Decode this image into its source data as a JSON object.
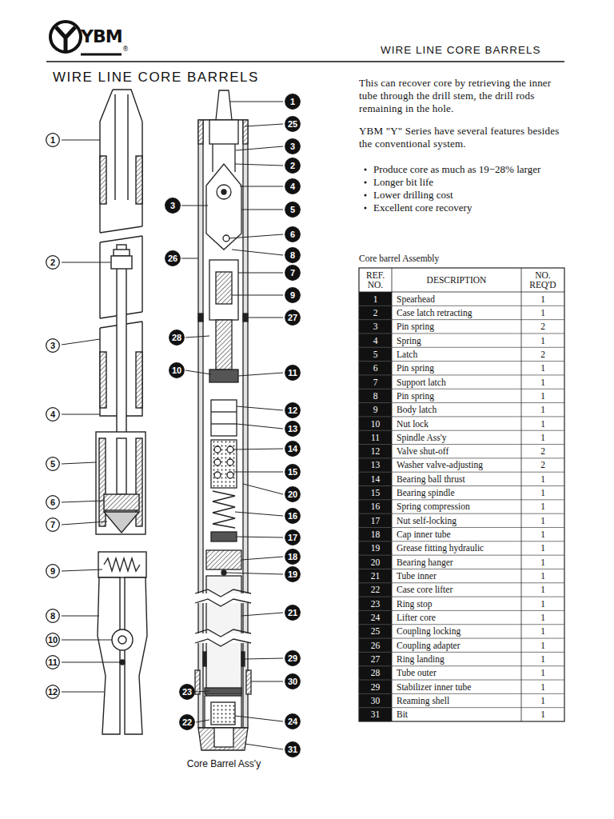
{
  "diagram": {
    "title": "WIRE LINE CORE BARRELS",
    "caption": "Core Barrel Ass'y",
    "nodes": [
      {
        "text": [
          "1"
        ]
      },
      {
        "text": [
          "2"
        ]
      },
      {
        "text": [
          "3"
        ]
      },
      {
        "text": [
          "4"
        ]
      },
      {
        "text": [
          "5"
        ]
      },
      {
        "text": [
          "6"
        ]
      },
      {
        "text": [
          "7"
        ]
      },
      {
        "text": [
          "9"
        ]
      },
      {
        "text": [
          "8"
        ]
      },
      {
        "text": [
          "10"
        ]
      },
      {
        "text": [
          "11"
        ]
      },
      {
        "text": [
          "12"
        ]
      },
      {
        "text": [
          "1"
        ]
      },
      {
        "text": [
          "25"
        ]
      },
      {
        "text": [
          "3"
        ]
      },
      {
        "text": [
          "2"
        ]
      },
      {
        "text": [
          "4"
        ]
      },
      {
        "text": [
          "3"
        ]
      },
      {
        "text": [
          "5"
        ]
      },
      {
        "text": [
          "6"
        ]
      },
      {
        "text": [
          "8"
        ]
      },
      {
        "text": [
          "26"
        ]
      },
      {
        "text": [
          "7"
        ]
      },
      {
        "text": [
          "9"
        ]
      },
      {
        "text": [
          "27"
        ]
      },
      {
        "text": [
          "28"
        ]
      },
      {
        "text": [
          "10"
        ]
      },
      {
        "text": [
          "11"
        ]
      },
      {
        "text": [
          "12"
        ]
      },
      {
        "text": [
          "13"
        ]
      },
      {
        "text": [
          "14"
        ]
      },
      {
        "text": [
          "15"
        ]
      },
      {
        "text": [
          "20"
        ]
      },
      {
        "text": [
          "16"
        ]
      },
      {
        "text": [
          "17"
        ]
      },
      {
        "text": [
          "18"
        ]
      },
      {
        "text": [
          "19"
        ]
      },
      {
        "text": [
          "21"
        ]
      },
      {
        "text": [
          "29"
        ]
      },
      {
        "text": [
          "30"
        ]
      },
      {
        "text": [
          "23"
        ]
      },
      {
        "text": [
          "24"
        ]
      },
      {
        "text": [
          "22"
        ]
      },
      {
        "text": [
          "31"
        ]
      }
    ],
    "labels": [
      "YBM",
      "®",
      "WIRE LINE CORE BARRELS",
      "This can recover core by retrieving the inner tube through the drill stem, the drill rods remaining in the hole.",
      "YBM \"Y\" Series have several features besides the conventional system.",
      "Produce core as much as 19−28% larger",
      "Longer bit life",
      "Lower drilling cost",
      "Excellent core recovery",
      "Core barrel Assembly",
      "REF. NO.",
      "DESCRIPTION",
      "NO. REQ'D",
      "1",
      "Spearhead",
      "1",
      "2",
      "Case latch retracting",
      "1",
      "3",
      "Pin spring",
      "2",
      "4",
      "Spring",
      "1",
      "5",
      "Latch",
      "2",
      "6",
      "Pin spring",
      "1",
      "7",
      "Support latch",
      "1",
      "8",
      "Pin spring",
      "1",
      "9",
      "Body latch",
      "1",
      "10",
      "Nut lock",
      "1",
      "11",
      "Spindle Ass'y",
      "1",
      "12",
      "Valve shut-off",
      "2",
      "13",
      "Washer valve-adjusting",
      "2",
      "14",
      "Bearing ball thrust",
      "1",
      "15",
      "Bearing spindle",
      "1",
      "16",
      "Spring compression",
      "1",
      "17",
      "Nut self-locking",
      "1",
      "18",
      "Cap inner tube",
      "1",
      "19",
      "Grease fitting hydraulic",
      "1",
      "20",
      "Bearing hanger",
      "1",
      "21",
      "Tube inner",
      "1",
      "22",
      "Case core lifter",
      "1",
      "23",
      "Ring stop",
      "1",
      "24",
      "Lifter core",
      "1",
      "25",
      "Coupling locking",
      "1",
      "26",
      "Coupling adapter",
      "1",
      "27",
      "Ring landing",
      "1",
      "28",
      "Tube outer",
      "1",
      "29",
      "Stabilizer inner tube",
      "1",
      "30",
      "Reaming shell",
      "1",
      "31",
      "Bit",
      "1"
    ]
  }
}
